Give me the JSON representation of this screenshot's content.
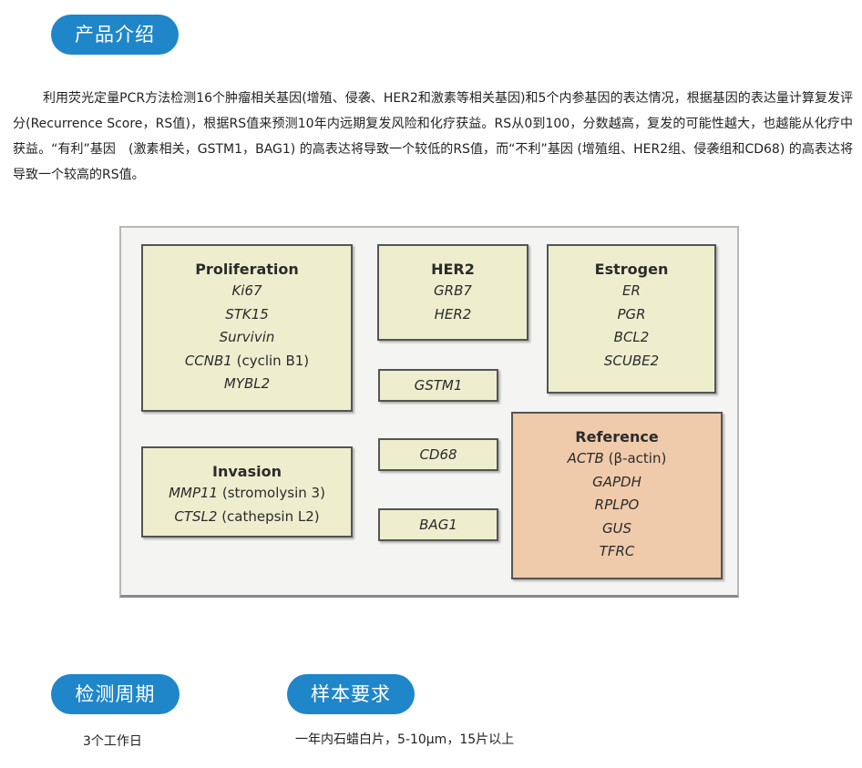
{
  "sections": {
    "intro_label": "产品介绍",
    "cycle_label": "检测周期",
    "sample_label": "样本要求"
  },
  "intro_paragraph": "利用荧光定量PCR方法检测16个肿瘤相关基因(增殖、侵袭、HER2和激素等相关基因)和5个内参基因的表达情况，根据基因的表达量计算复发评分(Recurrence Score，RS值)，根据RS值来预测10年内远期复发风险和化疗获益。RS从0到100，分数越高，复发的可能性越大，也越能从化疗中获益。“有利”基因　(激素相关，GSTM1，BAG1) 的高表达将导致一个较低的RS值，而“不利”基因 (增殖组、HER2组、侵袭组和CD68) 的高表达将导致一个较高的RS值。",
  "diagram": {
    "proliferation": {
      "title": "Proliferation",
      "genes": [
        "Ki67",
        "STK15",
        "Survivin",
        "CCNB1",
        "MYBL2"
      ],
      "ccnb1_note": "(cyclin B1)"
    },
    "her2": {
      "title": "HER2",
      "genes": [
        "GRB7",
        "HER2"
      ]
    },
    "estrogen": {
      "title": "Estrogen",
      "genes": [
        "ER",
        "PGR",
        "BCL2",
        "SCUBE2"
      ]
    },
    "invasion": {
      "title": "Invasion",
      "genes": [
        "MMP11",
        "CTSL2"
      ],
      "mmp11_note": "(stromolysin 3)",
      "ctsl2_note": "(cathepsin L2)"
    },
    "reference": {
      "title": "Reference",
      "genes": [
        "ACTB",
        "GAPDH",
        "RPLPO",
        "GUS",
        "TFRC"
      ],
      "actb_note": "(β-actin)"
    },
    "singles": [
      "GSTM1",
      "CD68",
      "BAG1"
    ],
    "colors": {
      "gene_box_fill": "#eeeecf",
      "reference_box_fill": "#efcbab",
      "pill_blue": "#1f86c9"
    }
  },
  "cycle_value": "3个工作日",
  "sample_value": "一年内石蜡白片，5-10μm，15片以上"
}
